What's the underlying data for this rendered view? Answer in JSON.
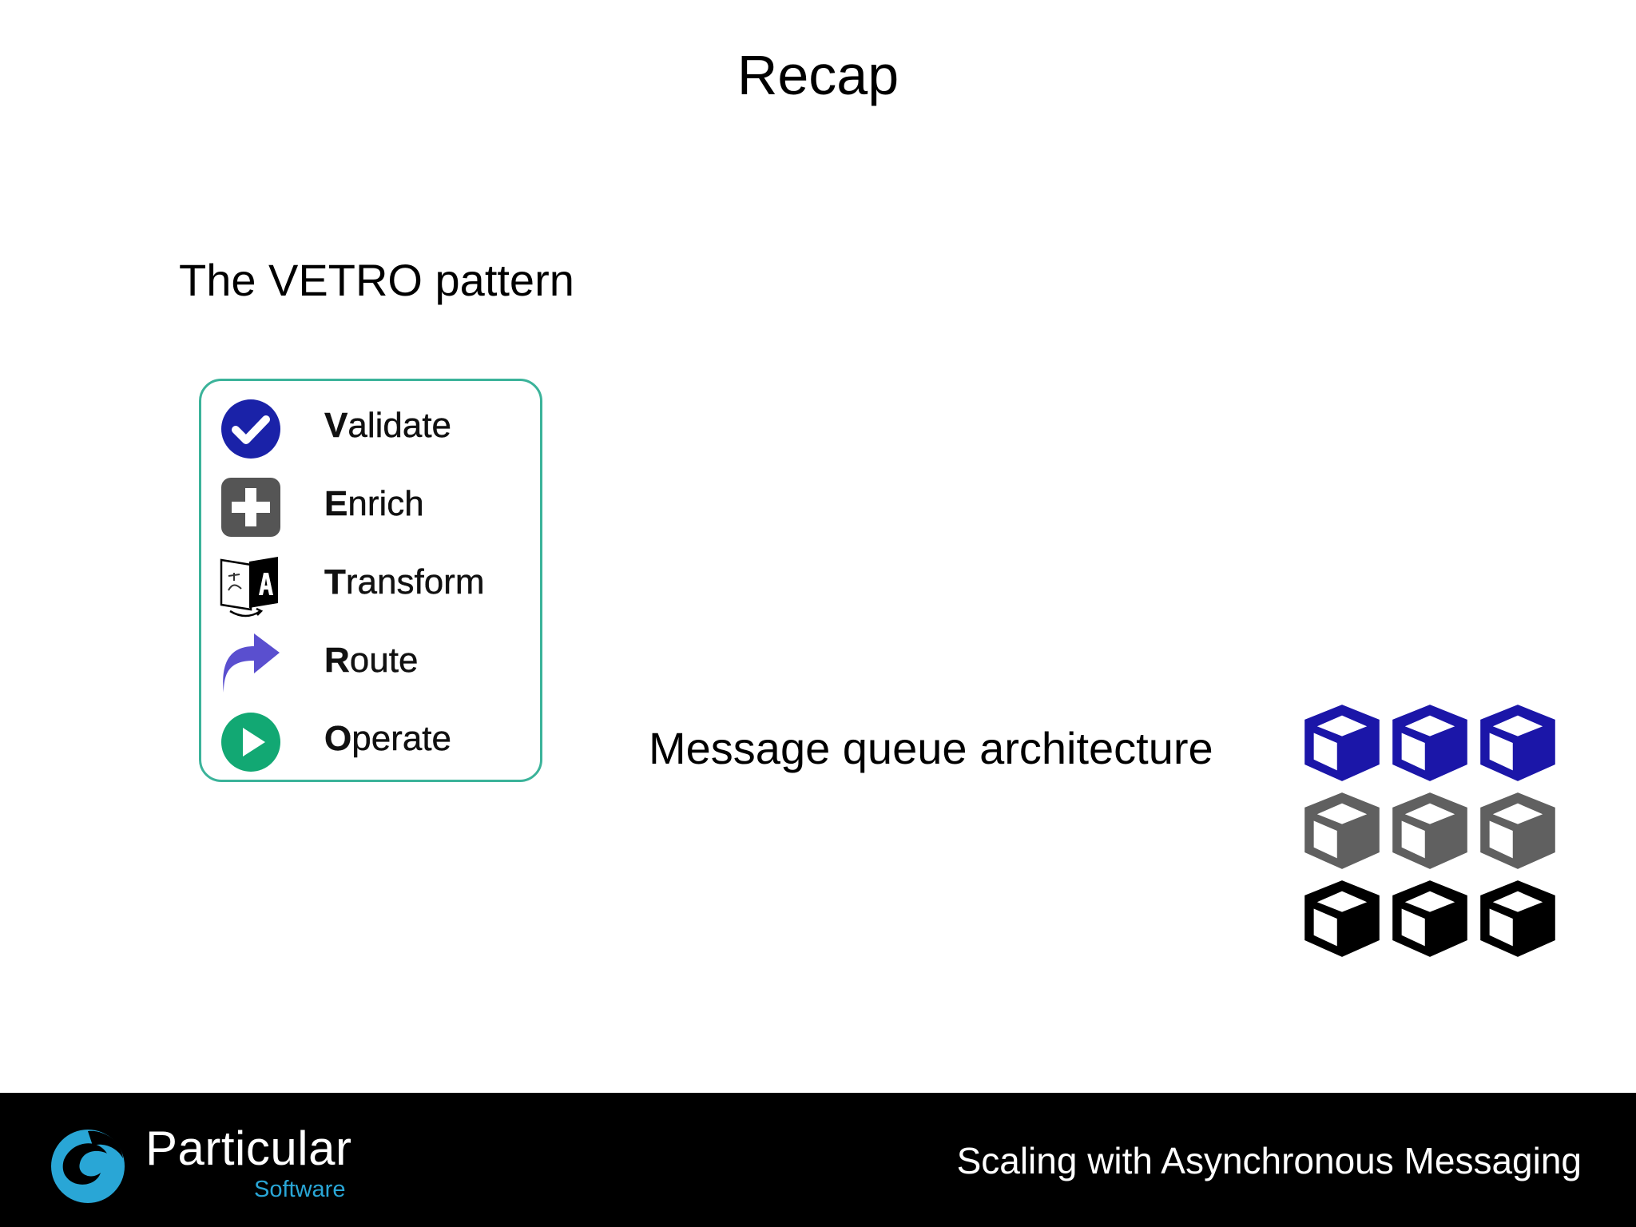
{
  "slide": {
    "title": "Recap",
    "subtitle": "The VETRO pattern",
    "vetro_items": [
      {
        "first": "V",
        "rest": "alidate",
        "icon": "check-circle-icon",
        "color": "#1a22a8"
      },
      {
        "first": "E",
        "rest": "nrich",
        "icon": "plus-square-icon",
        "color": "#555555"
      },
      {
        "first": "T",
        "rest": "ransform",
        "icon": "translate-icon",
        "color": "#000000"
      },
      {
        "first": "R",
        "rest": "oute",
        "icon": "forward-arrow-icon",
        "color": "#5a4fcf"
      },
      {
        "first": "O",
        "rest": "perate",
        "icon": "play-circle-icon",
        "color": "#12a873"
      }
    ],
    "mq_label": "Message queue architecture",
    "cube_colors": [
      "#1b16a8",
      "#606060",
      "#000000"
    ],
    "box_border_color": "#3bb39a"
  },
  "footer": {
    "logo_word": "Particular",
    "logo_sub": "Software",
    "logo_color": "#29a6d6",
    "title": "Scaling with Asynchronous Messaging"
  }
}
